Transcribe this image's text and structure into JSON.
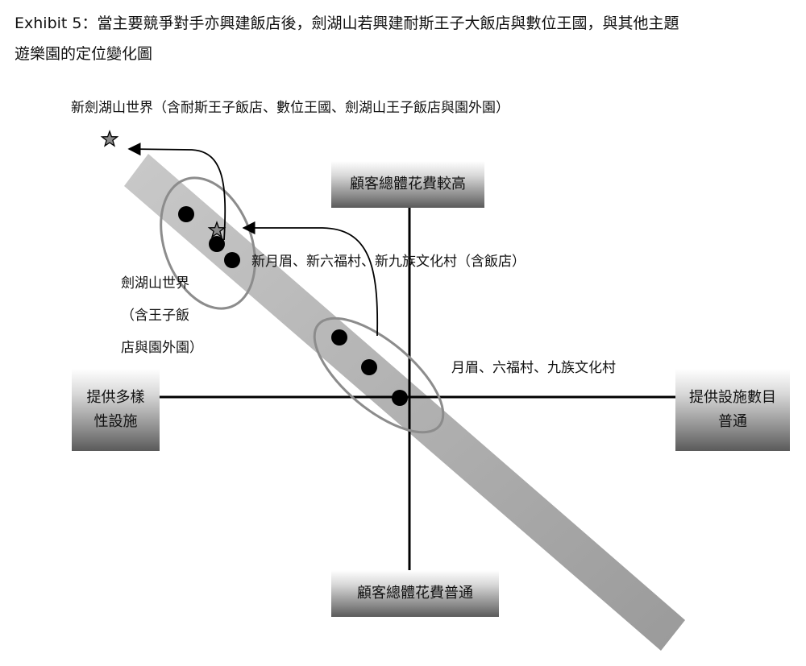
{
  "title": {
    "line1": "Exhibit 5：當主要競爭對手亦興建飯店後，劍湖山若興建耐斯王子大飯店與數位王國，與其他主題",
    "line2": "遊樂園的定位變化圖"
  },
  "axes": {
    "top": "顧客總體花費較高",
    "bottom": "顧客總體花費普通",
    "left_line1": "提供多樣",
    "left_line2": "性設施",
    "right_line1": "提供設施數目",
    "right_line2": "普通"
  },
  "labels": {
    "new_janfusun": "新劍湖山世界（含耐斯王子飯店、數位王國、劍湖山王子飯店與園外園）",
    "new_competitors": "新月眉、新六福村、新九族文化村（含飯店）",
    "competitors": "月眉、六福村、九族文化村",
    "janfusun_line1": "劍湖山世界",
    "janfusun_line2": "（含王子飯",
    "janfusun_line3": "店與園外園）"
  },
  "colors": {
    "band": "#b3b3b3",
    "ellipse": "#8c8c8c",
    "star": "#8a8a8a",
    "dot": "#000000"
  }
}
